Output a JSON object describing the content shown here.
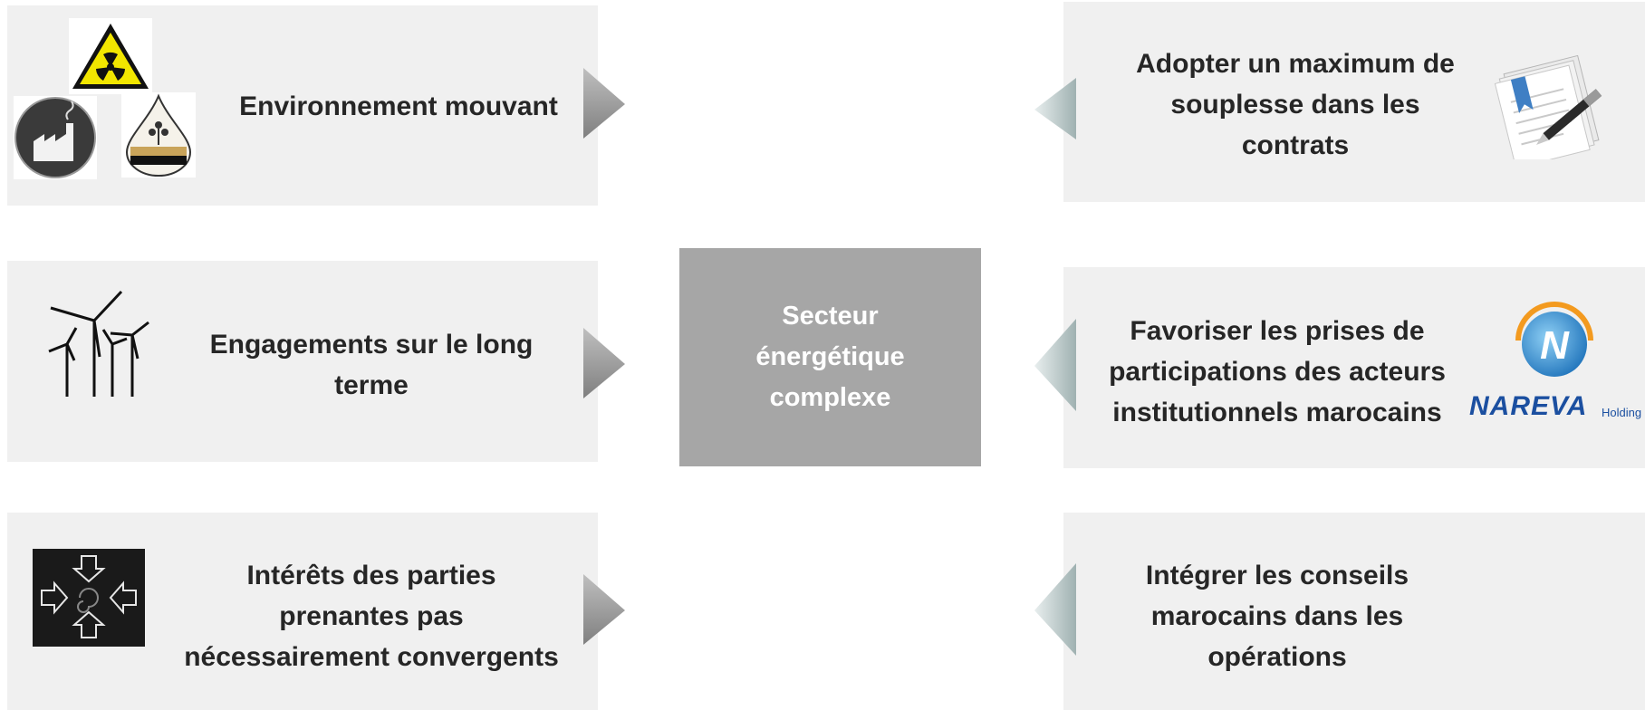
{
  "center": {
    "label": "Secteur\nénergétique\ncomplexe"
  },
  "left_items": [
    {
      "label": "Environnement mouvant",
      "icon": "hazard-factory-oil-icons"
    },
    {
      "label": "Engagements sur le long\nterme",
      "icon": "wind-turbines-icon"
    },
    {
      "label": "Intérêts des parties\nprenantes pas\nnécessairement convergents",
      "icon": "converging-arrows-icon"
    }
  ],
  "right_items": [
    {
      "label": "Adopter un maximum de\nsouplesse dans les\ncontrats",
      "icon": "documents-pen-icon"
    },
    {
      "label": "Favoriser les prises de\nparticipations des acteurs\ninstitutionnels marocains",
      "icon": "nareva-logo"
    },
    {
      "label": "Intégrer les conseils\nmarocains dans les\nopérations",
      "icon": ""
    }
  ],
  "logo": {
    "brand": "NAREVA",
    "sub": "Holding"
  },
  "colors": {
    "box": "#f0f0f0",
    "center": "#a6a6a6",
    "text": "#262626",
    "arrow": "#9b9b9b",
    "arrow_right": "#a9b8b8"
  }
}
